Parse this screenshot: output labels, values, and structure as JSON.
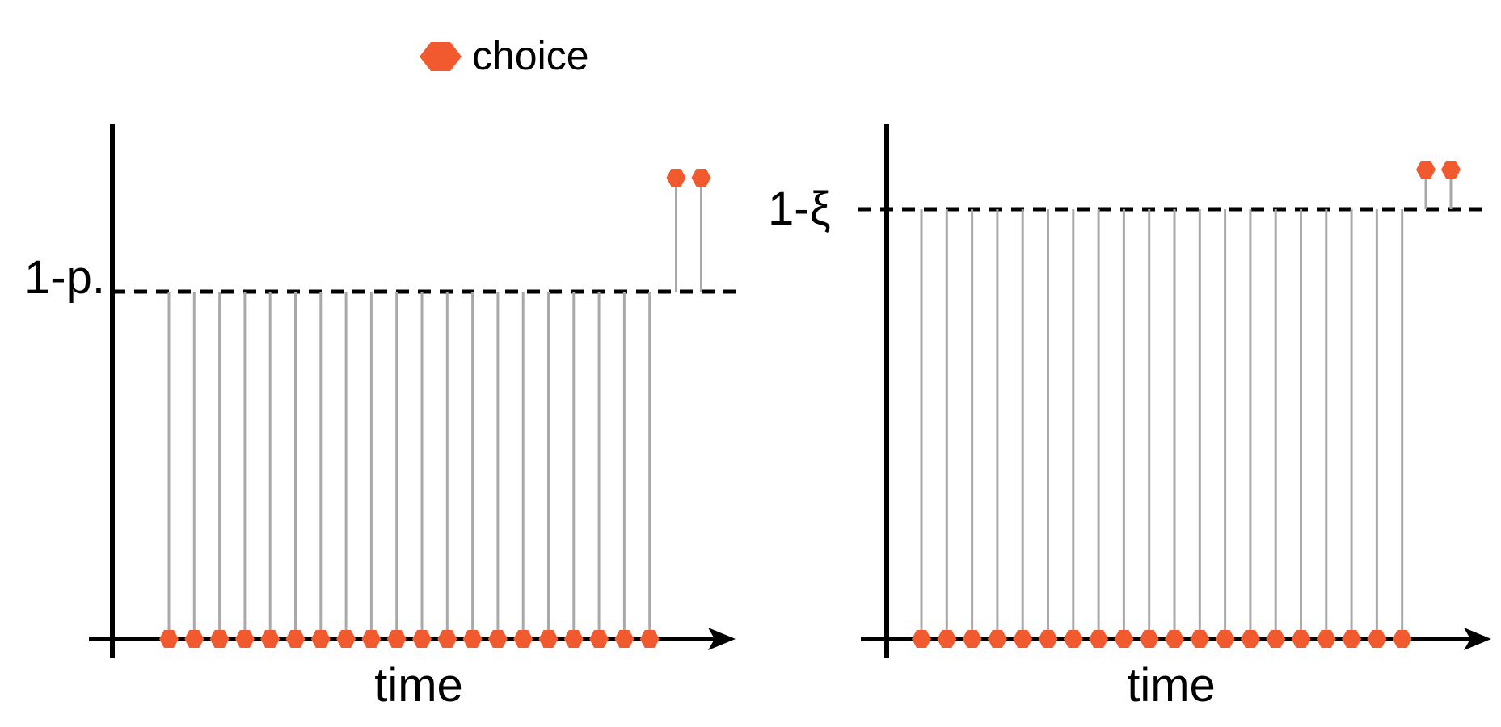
{
  "legend": {
    "label": "choice",
    "marker": "hexagon"
  },
  "colors": {
    "choice": "#f15a2e",
    "stem": "#a9a9a9",
    "axis": "#000000",
    "threshold": "#000000"
  },
  "panels": [
    {
      "id": "left",
      "threshold_label": "1-p.",
      "xlabel": "time",
      "low_count": 20,
      "high_count": 2
    },
    {
      "id": "right",
      "threshold_label": "1-ξ",
      "xlabel": "time",
      "low_count": 20,
      "high_count": 2
    }
  ]
}
